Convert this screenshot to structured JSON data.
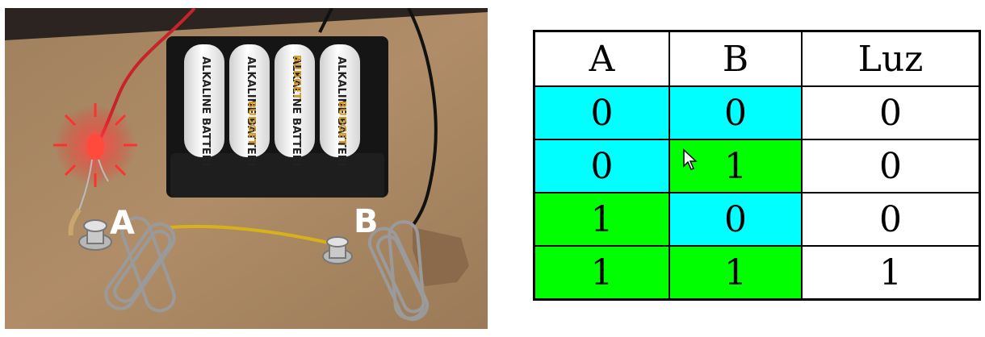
{
  "photo": {
    "label_a": "A",
    "label_b": "B",
    "battery_brand": "BUDGET",
    "battery_text": "ALKALINE BATTERI"
  },
  "truth_table": {
    "headers": [
      "A",
      "B",
      "Luz"
    ],
    "rows": [
      [
        "0",
        "0",
        "0"
      ],
      [
        "0",
        "1",
        "0"
      ],
      [
        "1",
        "0",
        "0"
      ],
      [
        "1",
        "1",
        "1"
      ]
    ],
    "colors": {
      "zero": "#00ffff",
      "one": "#00ff00",
      "output": "#ffffff"
    }
  }
}
